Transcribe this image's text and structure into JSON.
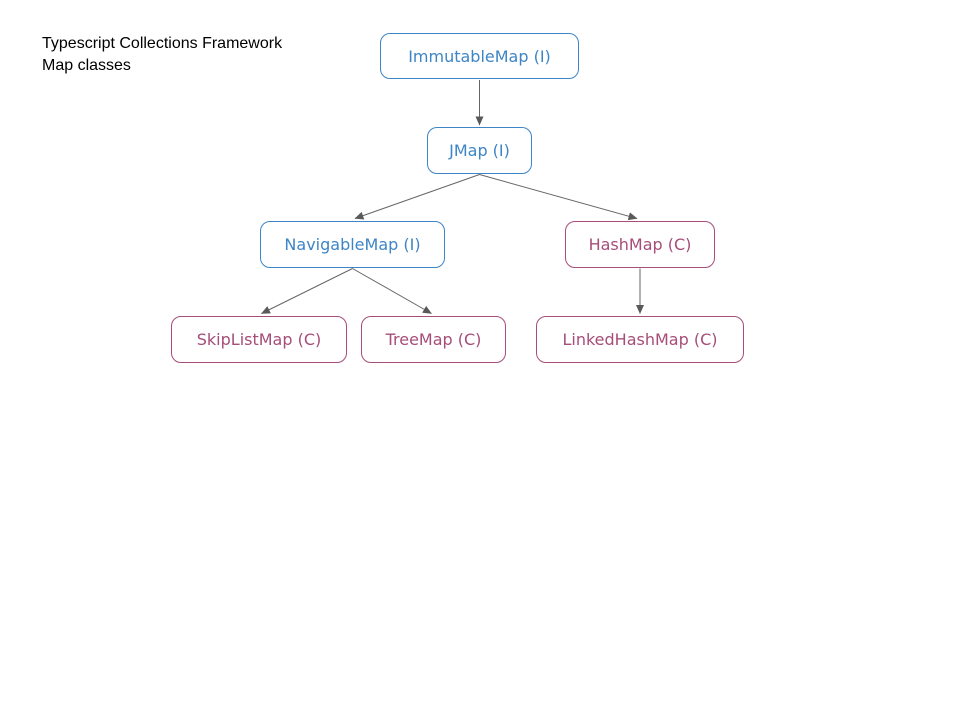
{
  "title": {
    "line1": "Typescript Collections Framework",
    "line2": "Map classes"
  },
  "colors": {
    "interface_accent": "#3d85c6",
    "class_accent": "#a64d79",
    "arrow": "#666666",
    "title_text": "#000000",
    "background": "#ffffff"
  },
  "nodes": [
    {
      "id": "immutablemap",
      "label": "ImmutableMap (I)",
      "kind": "interface"
    },
    {
      "id": "jmap",
      "label": "JMap (I)",
      "kind": "interface"
    },
    {
      "id": "navigablemap",
      "label": "NavigableMap (I)",
      "kind": "interface"
    },
    {
      "id": "hashmap",
      "label": "HashMap (C)",
      "kind": "class"
    },
    {
      "id": "skiplistmap",
      "label": "SkipListMap (C)",
      "kind": "class"
    },
    {
      "id": "treemap",
      "label": "TreeMap (C)",
      "kind": "class"
    },
    {
      "id": "linkedhashmap",
      "label": "LinkedHashMap (C)",
      "kind": "class"
    }
  ],
  "edges": [
    {
      "from": "immutablemap",
      "to": "jmap"
    },
    {
      "from": "jmap",
      "to": "navigablemap"
    },
    {
      "from": "jmap",
      "to": "hashmap"
    },
    {
      "from": "navigablemap",
      "to": "skiplistmap"
    },
    {
      "from": "navigablemap",
      "to": "treemap"
    },
    {
      "from": "hashmap",
      "to": "linkedhashmap"
    }
  ]
}
